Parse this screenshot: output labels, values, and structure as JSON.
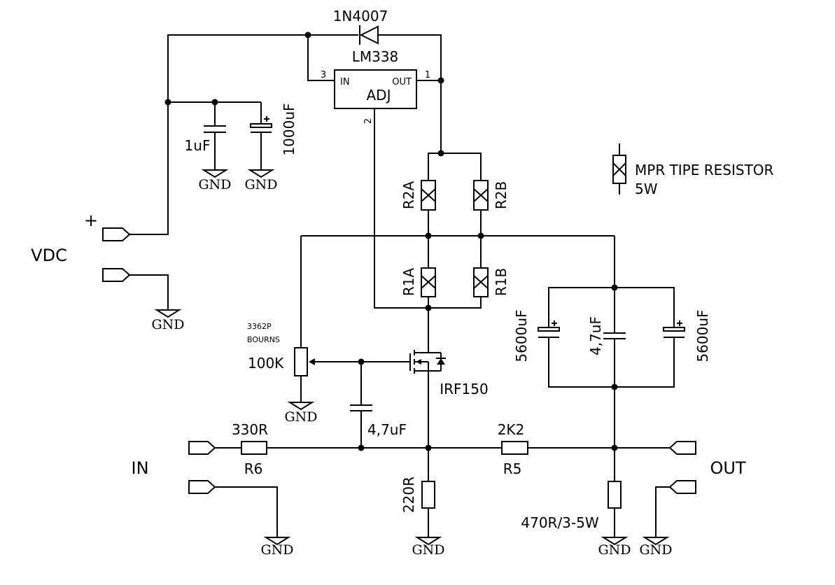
{
  "labels": {
    "diode": "1N4007",
    "regulator": "LM338",
    "reg_in": "IN",
    "reg_out": "OUT",
    "reg_adj": "ADJ",
    "pin1": "1",
    "pin2": "2",
    "pin3": "3",
    "cap_small": "1uF",
    "cap_big": "1000uF",
    "gnd": "GND",
    "plus": "+",
    "vdc": "VDC",
    "r2a": "R2A",
    "r2b": "R2B",
    "r1a": "R1A",
    "r1b": "R1B",
    "legend_line1": "MPR TIPE RESISTOR",
    "legend_line2": "5W",
    "pot_model": "3362P",
    "pot_brand": "BOURNS",
    "pot_value": "100K",
    "mosfet": "IRF150",
    "gate_cap": "4,7uF",
    "c_out_left": "5600uF",
    "c_out_mid": "4,7uF",
    "c_out_right": "5600uF",
    "r6_value": "330R",
    "r6_name": "R6",
    "r5_value": "2K2",
    "r5_name": "R5",
    "r_source": "220R",
    "r_load": "470R/3-5W",
    "in": "IN",
    "out": "OUT"
  }
}
